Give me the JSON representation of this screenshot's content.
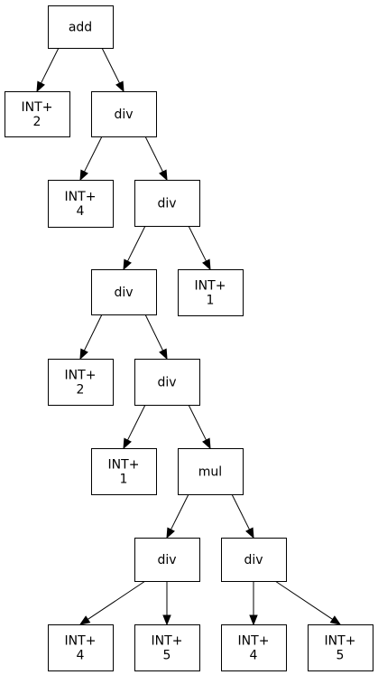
{
  "diagram": {
    "type": "tree",
    "nodes": [
      {
        "id": "n0",
        "label": "add"
      },
      {
        "id": "n1",
        "label": "INT+\n2"
      },
      {
        "id": "n2",
        "label": "div"
      },
      {
        "id": "n3",
        "label": "INT+\n4"
      },
      {
        "id": "n4",
        "label": "div"
      },
      {
        "id": "n5",
        "label": "div"
      },
      {
        "id": "n6",
        "label": "INT+\n1"
      },
      {
        "id": "n7",
        "label": "INT+\n2"
      },
      {
        "id": "n8",
        "label": "div"
      },
      {
        "id": "n9",
        "label": "INT+\n1"
      },
      {
        "id": "n10",
        "label": "mul"
      },
      {
        "id": "n11",
        "label": "div"
      },
      {
        "id": "n12",
        "label": "div"
      },
      {
        "id": "n13",
        "label": "INT+\n4"
      },
      {
        "id": "n14",
        "label": "INT+\n5"
      },
      {
        "id": "n15",
        "label": "INT+\n4"
      },
      {
        "id": "n16",
        "label": "INT+\n5"
      }
    ],
    "edges": [
      [
        "n0",
        "n1"
      ],
      [
        "n0",
        "n2"
      ],
      [
        "n2",
        "n3"
      ],
      [
        "n2",
        "n4"
      ],
      [
        "n4",
        "n5"
      ],
      [
        "n4",
        "n6"
      ],
      [
        "n5",
        "n7"
      ],
      [
        "n5",
        "n8"
      ],
      [
        "n8",
        "n9"
      ],
      [
        "n8",
        "n10"
      ],
      [
        "n10",
        "n11"
      ],
      [
        "n10",
        "n12"
      ],
      [
        "n11",
        "n13"
      ],
      [
        "n11",
        "n14"
      ],
      [
        "n12",
        "n15"
      ],
      [
        "n12",
        "n16"
      ]
    ]
  }
}
